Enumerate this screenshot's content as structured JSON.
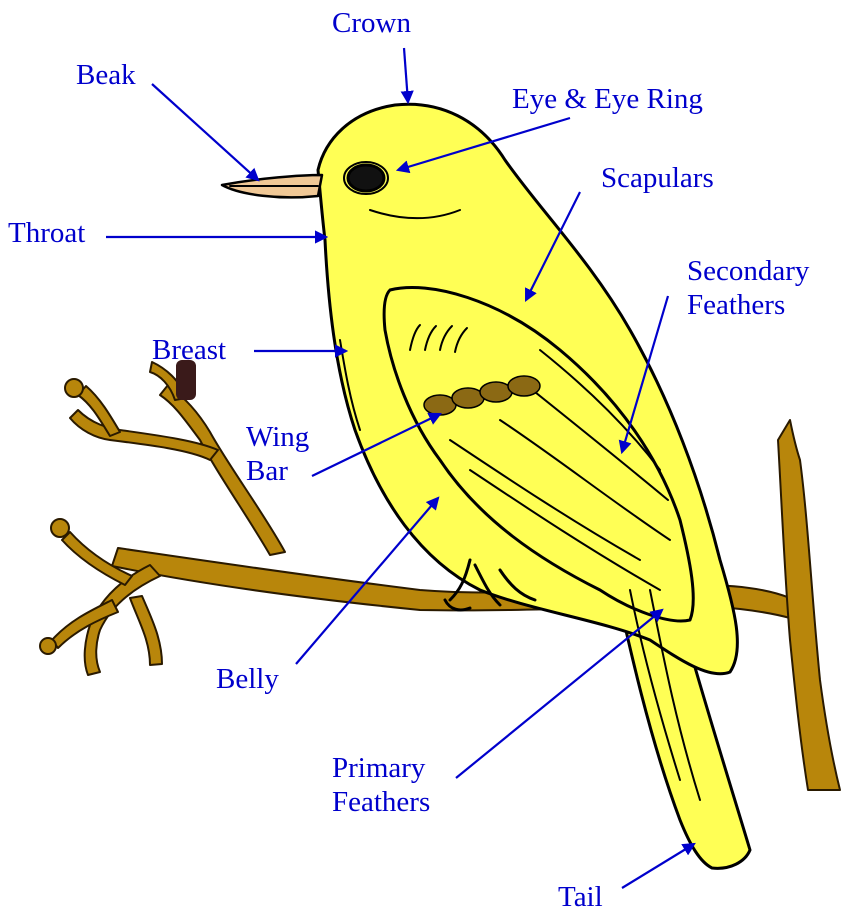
{
  "colors": {
    "label_text": "#0000CC",
    "leader_line": "#0000CC",
    "bird_body": "#FFFF55",
    "outline": "#000000",
    "branch": "#B8860B",
    "wing_bar": "#8B6914",
    "beak": "#F0C896",
    "bud": "#3A1A1A"
  },
  "labels": {
    "crown": "Crown",
    "beak": "Beak",
    "eye": "Eye & Eye Ring",
    "scapulars": "Scapulars",
    "throat": "Throat",
    "secondary": [
      "Secondary",
      "Feathers"
    ],
    "breast": "Breast",
    "wing_bar": [
      "Wing",
      "Bar"
    ],
    "belly": "Belly",
    "primary": [
      "Primary",
      "Feathers"
    ],
    "tail": "Tail"
  }
}
